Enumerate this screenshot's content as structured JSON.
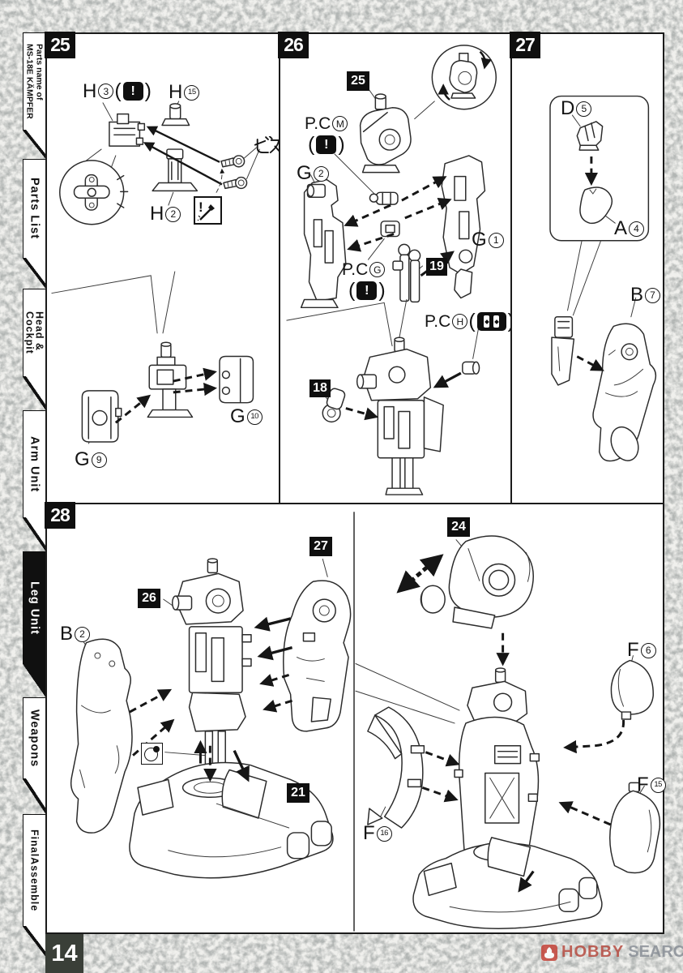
{
  "page": {
    "number": "14",
    "watermark": {
      "hobby": "HOBBY",
      "search": "SEARCH"
    }
  },
  "sidebar": {
    "header": {
      "line1": "Parts name of",
      "line2": "MS-18E KÄMPFER"
    },
    "tabs": [
      {
        "line1": "Parts List",
        "line2": ""
      },
      {
        "line1": "Head &",
        "line2": "Cockpit"
      },
      {
        "line1": "Arm Unit",
        "line2": ""
      },
      {
        "line1": "Leg Unit",
        "line2": ""
      },
      {
        "line1": "Weapons",
        "line2": ""
      },
      {
        "line1": "FinalAssemble",
        "line2": ""
      }
    ],
    "active_tab": "Leg Unit"
  },
  "glyphs": {
    "open_paren": "(",
    "close_paren": ")",
    "exclaim": "!",
    "screw_ja": "ビス"
  },
  "steps": {
    "s25": {
      "number": "25",
      "parts": {
        "h3": {
          "letter": "H",
          "num": "3"
        },
        "h15": {
          "letter": "H",
          "num": "15"
        },
        "h2": {
          "letter": "H",
          "num": "2"
        },
        "g9": {
          "letter": "G",
          "num": "9"
        },
        "g10": {
          "letter": "G",
          "num": "10"
        }
      }
    },
    "s26": {
      "number": "26",
      "ref_step": "25",
      "pcm": {
        "prefix": "P.C",
        "letter": "M"
      },
      "pcg": {
        "prefix": "P.C",
        "letter": "G"
      },
      "pch": {
        "prefix": "P.C",
        "letter": "H"
      },
      "parts": {
        "g2": {
          "letter": "G",
          "num": "2"
        },
        "g1": {
          "letter": "G",
          "num": "1"
        },
        "p19": "19",
        "p18": "18"
      }
    },
    "s27": {
      "number": "27",
      "parts": {
        "d5": {
          "letter": "D",
          "num": "5"
        },
        "a4": {
          "letter": "A",
          "num": "4"
        },
        "b7": {
          "letter": "B",
          "num": "7"
        }
      }
    },
    "s28": {
      "number": "28",
      "refs": {
        "r26": "26",
        "r27": "27",
        "r24": "24",
        "r21": "21"
      },
      "parts": {
        "b2": {
          "letter": "B",
          "num": "2"
        },
        "f6": {
          "letter": "F",
          "num": "6"
        },
        "f16": {
          "letter": "F",
          "num": "16"
        },
        "f15": {
          "letter": "F",
          "num": "15"
        }
      }
    }
  }
}
